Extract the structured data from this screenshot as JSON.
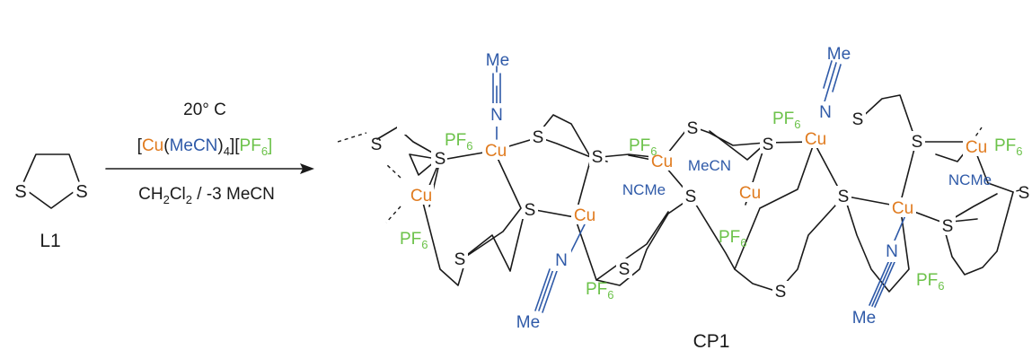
{
  "colors": {
    "copper": "#e07b1f",
    "acetonitrile": "#2f5aa8",
    "hexafluorophosphate": "#6cc24a",
    "bond": "#1a1a1a"
  },
  "ligand": {
    "label": "L1",
    "atom_s": "S"
  },
  "reaction": {
    "temperature": "20° C",
    "reagent": {
      "open": "[",
      "cu": "Cu",
      "paren_open": "(",
      "mecn": "MeCN",
      "paren_close_sub": ")",
      "sub4": "4",
      "mid": "][",
      "pf": "PF",
      "sub6": "6",
      "close": "]"
    },
    "solvent": {
      "ch2cl": "CH",
      "sub2a": "2",
      "cl": "Cl",
      "sub2b": "2",
      "rest": " / -3 MeCN"
    }
  },
  "product": {
    "label": "CP1",
    "atoms": {
      "cu": "Cu",
      "s": "S",
      "n": "N",
      "me": "Me",
      "mecn": "MeCN",
      "ncme": "NCMe",
      "pf": "PF",
      "sub6": "6"
    }
  }
}
